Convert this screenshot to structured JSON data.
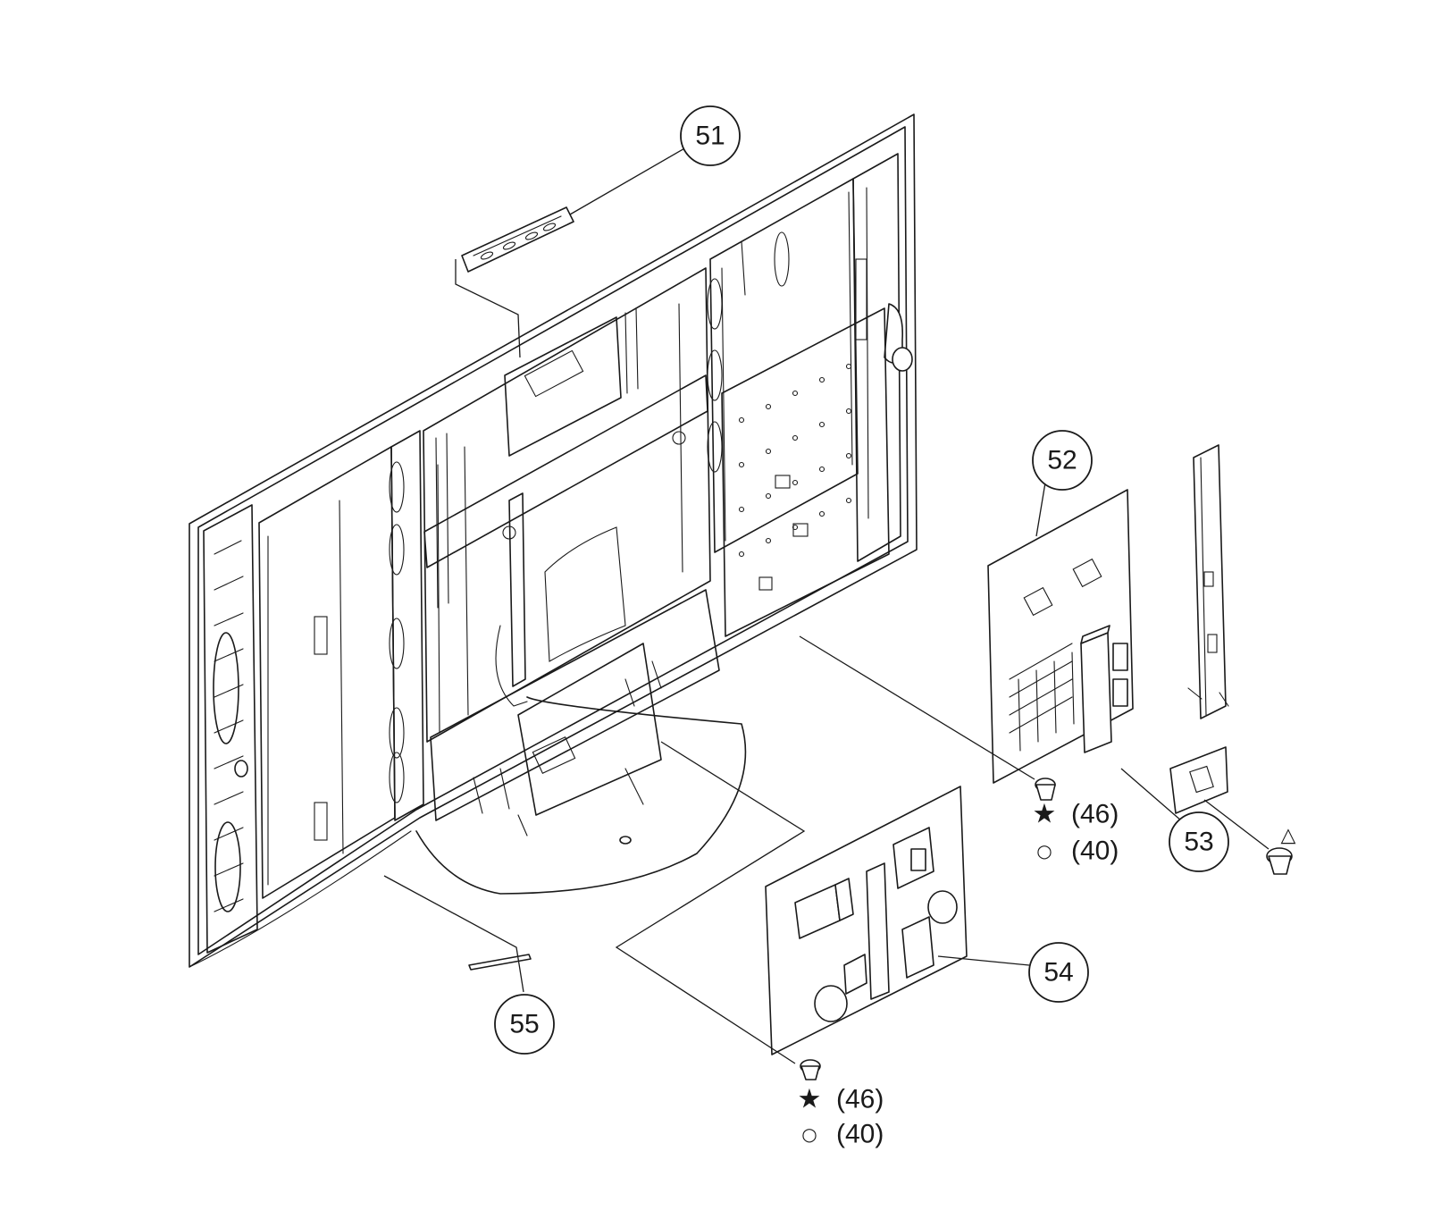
{
  "callouts": {
    "c51": "51",
    "c52": "52",
    "c53": "53",
    "c54": "54",
    "c55": "55"
  },
  "legend_right": {
    "star_symbol": "★",
    "star_value": "(46)",
    "circle_symbol": "○",
    "circle_value": "(40)"
  },
  "legend_bottom": {
    "star_symbol": "★",
    "star_value": "(46)",
    "circle_symbol": "○",
    "circle_value": "(40)"
  },
  "triangle_mark": "△",
  "icons": {
    "panel": "tv-chassis-rear-icon",
    "board": "circuit-board-icon",
    "screw": "screw-icon",
    "bracket": "bracket-icon"
  }
}
